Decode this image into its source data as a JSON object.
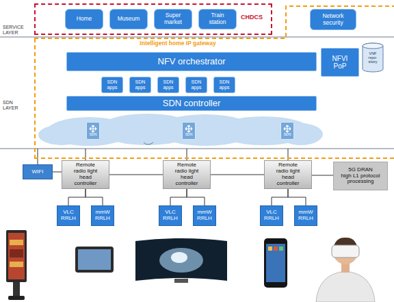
{
  "diagram": {
    "nodes": [
      {
        "text": [
          "CHDCS"
        ]
      },
      {
        "text": [
          "Home"
        ],
        "in": 0
      },
      {
        "text": [
          "Museum"
        ],
        "in": 0
      },
      {
        "text": [
          "Super market"
        ],
        "in": 0
      },
      {
        "text": [
          "Train station"
        ],
        "in": 0
      },
      {
        "text": [
          "Intelligent home IP gateway"
        ]
      },
      {
        "text": [
          "Network security"
        ],
        "in": 5
      },
      {
        "text": [
          "NFV orchestrator"
        ],
        "in": 5
      },
      {
        "text": [
          "NFVI PoP"
        ],
        "in": 5
      },
      {
        "text": [
          "VNF repo- sitory"
        ],
        "in": 5
      },
      {
        "text": [
          "SDN apps"
        ],
        "in": 5
      },
      {
        "text": [
          "SDN apps"
        ],
        "in": 5
      },
      {
        "text": [
          "SDN apps"
        ],
        "in": 5
      },
      {
        "text": [
          "SDN apps"
        ],
        "in": 5
      },
      {
        "text": [
          "SDN apps"
        ],
        "in": 5
      },
      {
        "text": [
          "SDN controller"
        ],
        "in": 5
      },
      {
        "text": [
          "SDN"
        ],
        "in": 5
      },
      {
        "text": [
          "SDN"
        ],
        "in": 5
      },
      {
        "text": [
          "SDN"
        ],
        "in": 5
      },
      {
        "text": [
          "WIFI"
        ]
      },
      {
        "text": [
          "Remote radio light head controller"
        ]
      },
      {
        "text": [
          "VLC RRLH"
        ]
      },
      {
        "text": [
          "mmW RRLH"
        ]
      },
      {
        "text": [
          "Remote radio light head controller"
        ]
      },
      {
        "text": [
          "VLC RRLH"
        ]
      },
      {
        "text": [
          "mmW RRLH"
        ]
      },
      {
        "text": [
          "Remote radio light head controller"
        ]
      },
      {
        "text": [
          "VLC RRLH"
        ]
      },
      {
        "text": [
          "mmW RRLH"
        ]
      },
      {
        "text": [
          "5G DRAN",
          "high L1 protocol processing"
        ]
      }
    ],
    "edges": [
      {
        "from": 19,
        "to": 20,
        "arrow": "none"
      },
      {
        "from": 20,
        "to": 23,
        "arrow": "none"
      },
      {
        "from": 23,
        "to": 26,
        "arrow": "none"
      },
      {
        "from": 26,
        "to": 29,
        "arrow": "none"
      },
      {
        "from": 20,
        "to": 21,
        "arrow": "none"
      },
      {
        "from": 20,
        "to": 22,
        "arrow": "none"
      },
      {
        "from": 23,
        "to": 24,
        "arrow": "none"
      },
      {
        "from": 23,
        "to": 25,
        "arrow": "none"
      },
      {
        "from": 26,
        "to": 27,
        "arrow": "none"
      },
      {
        "from": 26,
        "to": 28,
        "arrow": "none"
      }
    ],
    "labels": [
      "SERVICE LAYER",
      "SDN LAYER"
    ]
  }
}
